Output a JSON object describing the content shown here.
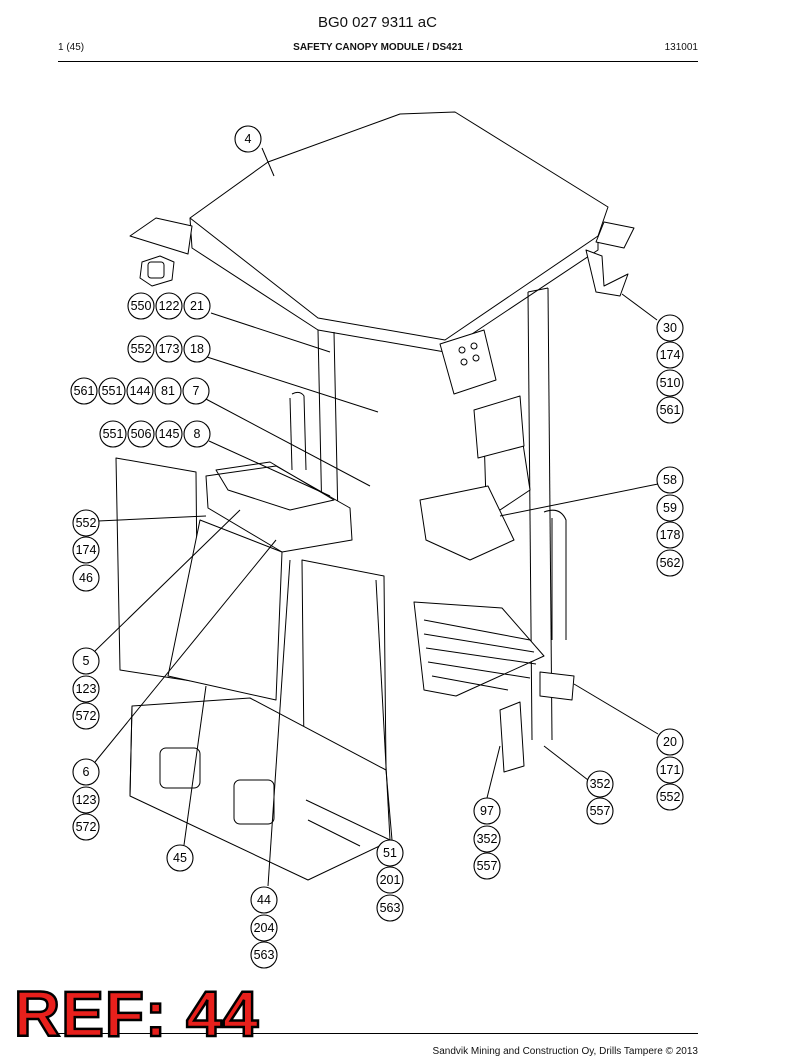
{
  "header": {
    "doc_code": "BG0 027 9311 aC",
    "page": "1 (45)",
    "title": "SAFETY CANOPY MODULE / DS421",
    "date_code": "131001"
  },
  "footer": {
    "copyright": "Sandvik Mining and Construction Oy, Drills Tampere © 2013"
  },
  "ref_label": "REF: 44",
  "callouts": [
    {
      "label": "4"
    },
    {
      "label": "550"
    },
    {
      "label": "122"
    },
    {
      "label": "21"
    },
    {
      "label": "552"
    },
    {
      "label": "173"
    },
    {
      "label": "18"
    },
    {
      "label": "561"
    },
    {
      "label": "551"
    },
    {
      "label": "144"
    },
    {
      "label": "81"
    },
    {
      "label": "7"
    },
    {
      "label": "551"
    },
    {
      "label": "506"
    },
    {
      "label": "145"
    },
    {
      "label": "8"
    },
    {
      "label": "30"
    },
    {
      "label": "174"
    },
    {
      "label": "510"
    },
    {
      "label": "561"
    },
    {
      "label": "58"
    },
    {
      "label": "59"
    },
    {
      "label": "178"
    },
    {
      "label": "562"
    },
    {
      "label": "552"
    },
    {
      "label": "174"
    },
    {
      "label": "46"
    },
    {
      "label": "5"
    },
    {
      "label": "123"
    },
    {
      "label": "572"
    },
    {
      "label": "6"
    },
    {
      "label": "123"
    },
    {
      "label": "572"
    },
    {
      "label": "20"
    },
    {
      "label": "171"
    },
    {
      "label": "552"
    },
    {
      "label": "352"
    },
    {
      "label": "557"
    },
    {
      "label": "97"
    },
    {
      "label": "352"
    },
    {
      "label": "557"
    },
    {
      "label": "51"
    },
    {
      "label": "201"
    },
    {
      "label": "563"
    },
    {
      "label": "45"
    },
    {
      "label": "44"
    },
    {
      "label": "204"
    },
    {
      "label": "563"
    }
  ]
}
